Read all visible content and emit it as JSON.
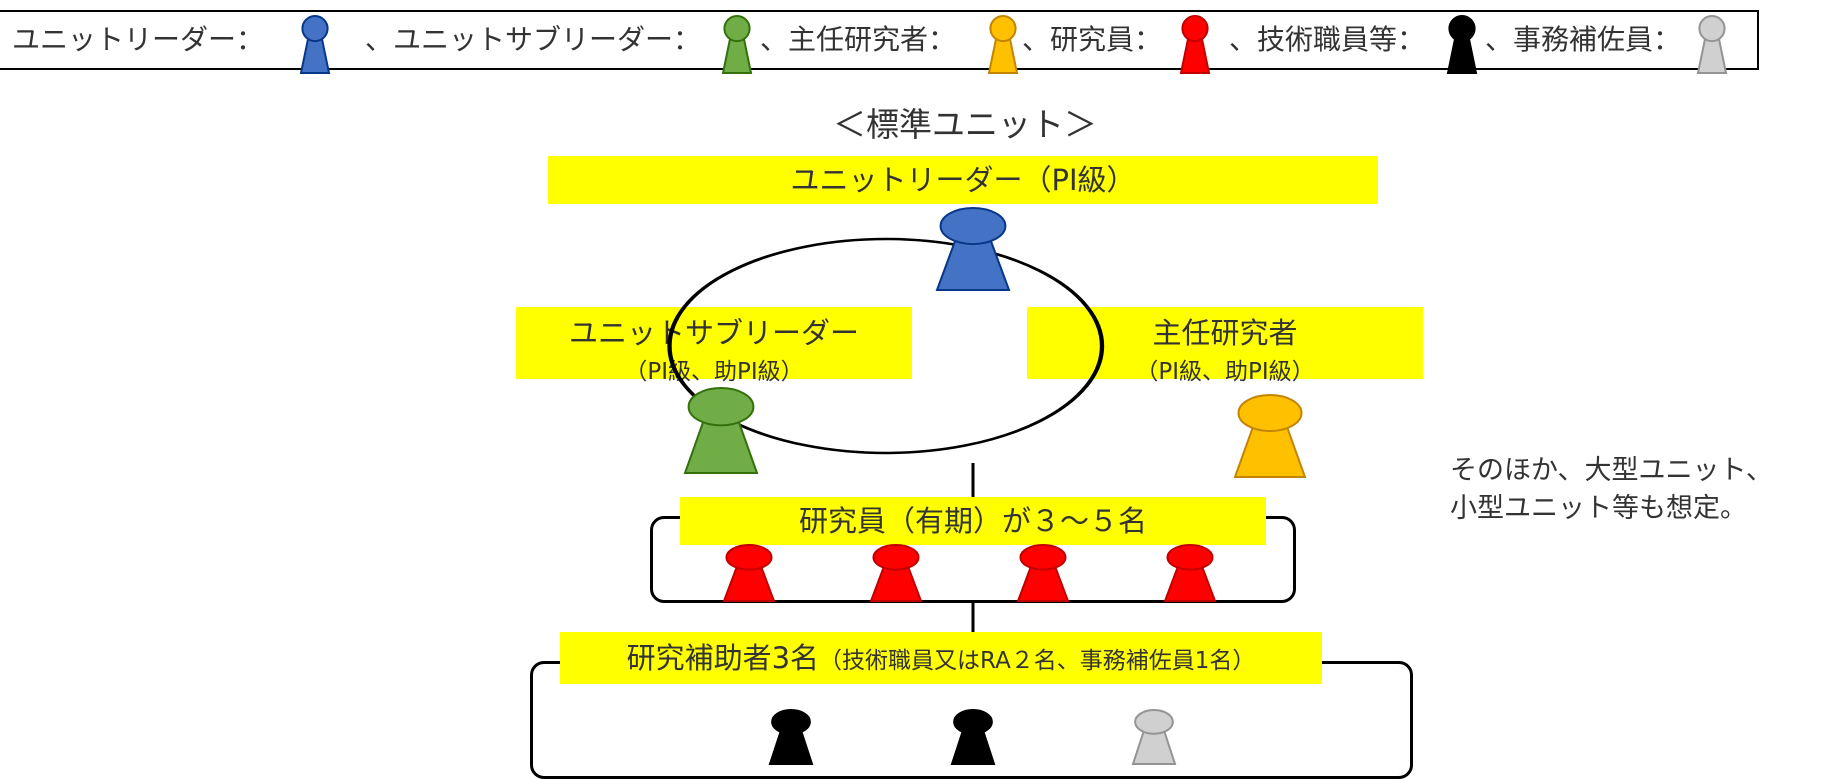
{
  "legend": {
    "items": [
      {
        "label": "ユニットリーダー：",
        "color": "#4472c4"
      },
      {
        "label": "、ユニットサブリーダー：",
        "color": "#70ad47"
      },
      {
        "label": "、主任研究者：",
        "color": "#ffc000"
      },
      {
        "label": "、研究員：",
        "color": "#ff0000"
      },
      {
        "label": "、技術職員等：",
        "color": "#000000"
      },
      {
        "label": "、事務補佐員：",
        "color": "#d0d0d0"
      }
    ]
  },
  "diagram": {
    "title": "＜標準ユニット＞",
    "unit_leader": {
      "label": "ユニットリーダー（PI級）",
      "color": "#4472c4"
    },
    "unit_subleader": {
      "label": "ユニットサブリーダー",
      "sub": "（PI級、助PI級）",
      "color": "#70ad47"
    },
    "chief_researcher": {
      "label": "主任研究者",
      "sub": "（PI級、助PI級）",
      "color": "#ffc000"
    },
    "researchers": {
      "label": "研究員（有期）が３～５名",
      "color": "#ff0000",
      "count": 4
    },
    "assistants": {
      "label": "研究補助者3名",
      "sub": "（技術職員又はRA２名、事務補佐員1名）",
      "colors": [
        "#000000",
        "#000000",
        "#d0d0d0"
      ]
    },
    "note": {
      "line1": "そのほか、大型ユニット、",
      "line2": "小型ユニット等も想定。"
    }
  },
  "colors": {
    "highlight": "#ffff00"
  }
}
